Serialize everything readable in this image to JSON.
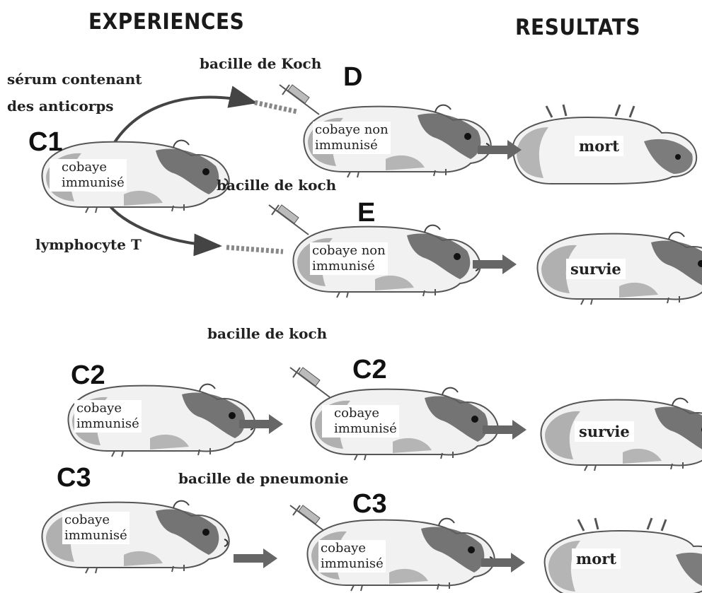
{
  "headers": {
    "experiences": "EXPERIENCES",
    "resultats": "RESULTATS"
  },
  "labels": {
    "serum": "sérum contenant",
    "serum2": "des anticorps",
    "lymphocyte": "lymphocyte T",
    "bacille_koch_D": "bacille de Koch",
    "bacille_koch_E": "bacille de koch",
    "bacille_koch_C2": "bacille de koch",
    "bacille_pneumonie": "bacille de pneumonie"
  },
  "letters": {
    "c1": "C1",
    "d": "D",
    "e": "E",
    "c2a": "C2",
    "c2b": "C2",
    "c3a": "C3",
    "c3b": "C3"
  },
  "boxes": {
    "c1_l1": "cobaye",
    "c1_l2": "immunisé",
    "d_l1": "cobaye non",
    "d_l2": "immunisé",
    "e_l1": "cobaye non",
    "e_l2": "immunisé",
    "c2a_l1": "cobaye",
    "c2a_l2": "immunisé",
    "c2b_l1": "cobaye",
    "c2b_l2": "immunisé",
    "c3a_l1": "cobaye",
    "c3a_l2": "immunisé",
    "c3b_l1": "cobaye",
    "c3b_l2": "immunisé"
  },
  "results": {
    "d": "mort",
    "e": "survie",
    "c2": "survie",
    "c3": "mort"
  }
}
